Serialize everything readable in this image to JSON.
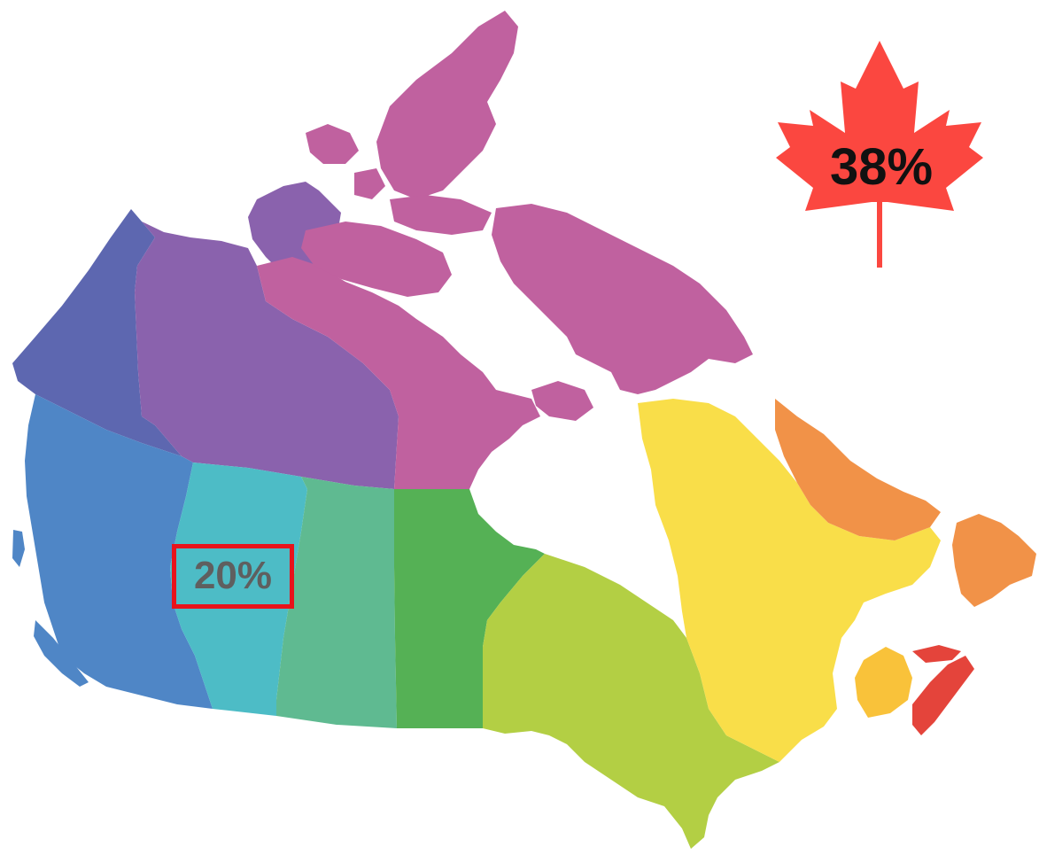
{
  "map": {
    "regions": [
      {
        "id": "yukon",
        "color": "#5d67b0"
      },
      {
        "id": "northwest-territories",
        "color": "#8a62ad"
      },
      {
        "id": "nunavut",
        "color": "#c0619f"
      },
      {
        "id": "british-columbia",
        "color": "#4f86c6"
      },
      {
        "id": "alberta",
        "color": "#4dbcc6"
      },
      {
        "id": "saskatchewan",
        "color": "#5fba91"
      },
      {
        "id": "manitoba",
        "color": "#55b155"
      },
      {
        "id": "ontario",
        "color": "#b3cf44"
      },
      {
        "id": "quebec",
        "color": "#f9de49"
      },
      {
        "id": "newfoundland-labrador",
        "color": "#f19248"
      },
      {
        "id": "new-brunswick",
        "color": "#f9c23a"
      },
      {
        "id": "nova-scotia",
        "color": "#e4443b"
      }
    ]
  },
  "highlight": {
    "label": "20%",
    "border_color": "#e8131b",
    "text_color": "#5f5f5f"
  },
  "maple_leaf": {
    "label": "38%",
    "color": "#fb4740",
    "text_color": "#111111"
  }
}
